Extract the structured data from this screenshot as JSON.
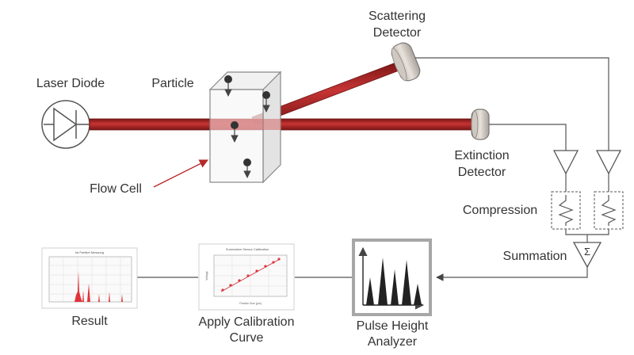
{
  "labels": {
    "laser_diode": "Laser Diode",
    "particle": "Particle",
    "scattering_detector_line1": "Scattering",
    "scattering_detector_line2": "Detector",
    "extinction_detector_line1": "Extinction",
    "extinction_detector_line2": "Detector",
    "flow_cell": "Flow Cell",
    "compression": "Compression",
    "summation": "Summation",
    "result": "Result",
    "apply_calibration_line1": "Apply Calibration",
    "apply_calibration_line2": "Curve",
    "pulse_height_line1": "Pulse Height",
    "pulse_height_line2": "Analyzer",
    "summation_symbol": "Σ"
  },
  "thumbnails": {
    "result_title": "Ist Partikel Messung",
    "calibration_title": "Summation Sensor Calibration",
    "calibration_xlabel": "Particle Size [μm]",
    "calibration_ylabel": "Voltage"
  },
  "colors": {
    "beam": "#b52a2a",
    "beam_edge": "#6e1414",
    "line": "#555555",
    "arrow_red": "#b52a2a",
    "result_bars": "#e0343a",
    "calib_points": "#d9363e"
  }
}
